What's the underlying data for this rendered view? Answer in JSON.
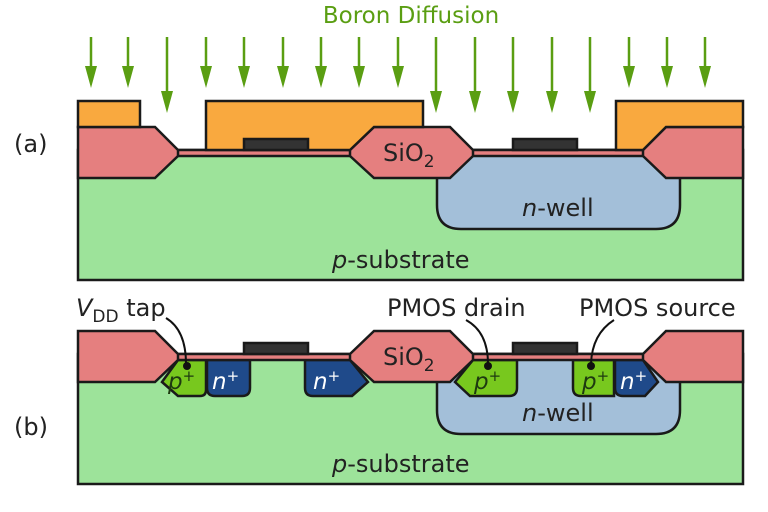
{
  "title": "Boron Diffusion",
  "colors": {
    "arrow": "#5a9e12",
    "photoresist": "#f9a93f",
    "oxide": "#e57f7f",
    "substrate": "#9de39a",
    "nwell": "#a3bfd9",
    "gate": "#333333",
    "p_plus": "#78c81e",
    "n_plus": "#1f4a8a"
  },
  "panels": {
    "a": {
      "label": "(a)",
      "oxide_label_main": "SiO",
      "oxide_label_sub": "2",
      "nwell_label_italic": "n",
      "nwell_label_rest": "-well",
      "substrate_label_italic": "p",
      "substrate_label_rest": "-substrate"
    },
    "b": {
      "label": "(b)",
      "oxide_label_main": "SiO",
      "oxide_label_sub": "2",
      "nwell_label_italic": "n",
      "nwell_label_rest": "-well",
      "substrate_label_italic": "p",
      "substrate_label_rest": "-substrate",
      "vdd_label_main": "V",
      "vdd_label_sub": "DD",
      "vdd_label_rest": " tap",
      "pmos_drain": "PMOS drain",
      "pmos_source": "PMOS source",
      "p_plus": "p",
      "n_plus": "n",
      "plus": "+"
    }
  }
}
